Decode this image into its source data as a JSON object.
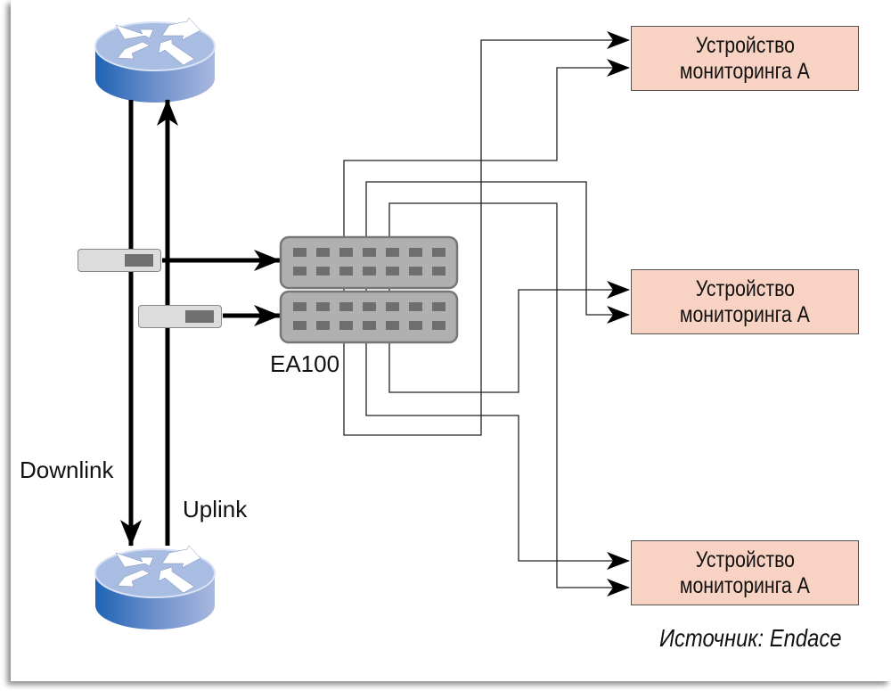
{
  "diagram": {
    "labels": {
      "downlink": "Downlink",
      "uplink": "Uplink",
      "aggregator": "EA100",
      "source": "Источник: Endace"
    },
    "monitors": [
      {
        "line1": "Устройство",
        "line2": "мониторинга А"
      },
      {
        "line1": "Устройство",
        "line2": "мониторинга А"
      },
      {
        "line1": "Устройство",
        "line2": "мониторинга А"
      }
    ],
    "icons": {
      "top_router": "router-icon",
      "bottom_router": "router-icon",
      "tap_1": "network-tap-icon",
      "tap_2": "network-tap-icon",
      "aggregator": "packet-broker-icon"
    },
    "colors": {
      "router_top": "#a9bde3",
      "router_side_dark": "#2f6bb8",
      "monitor_fill": "#f8d3c3",
      "device_fill": "#b0b0b0",
      "device_port": "#6e6e6e"
    }
  }
}
